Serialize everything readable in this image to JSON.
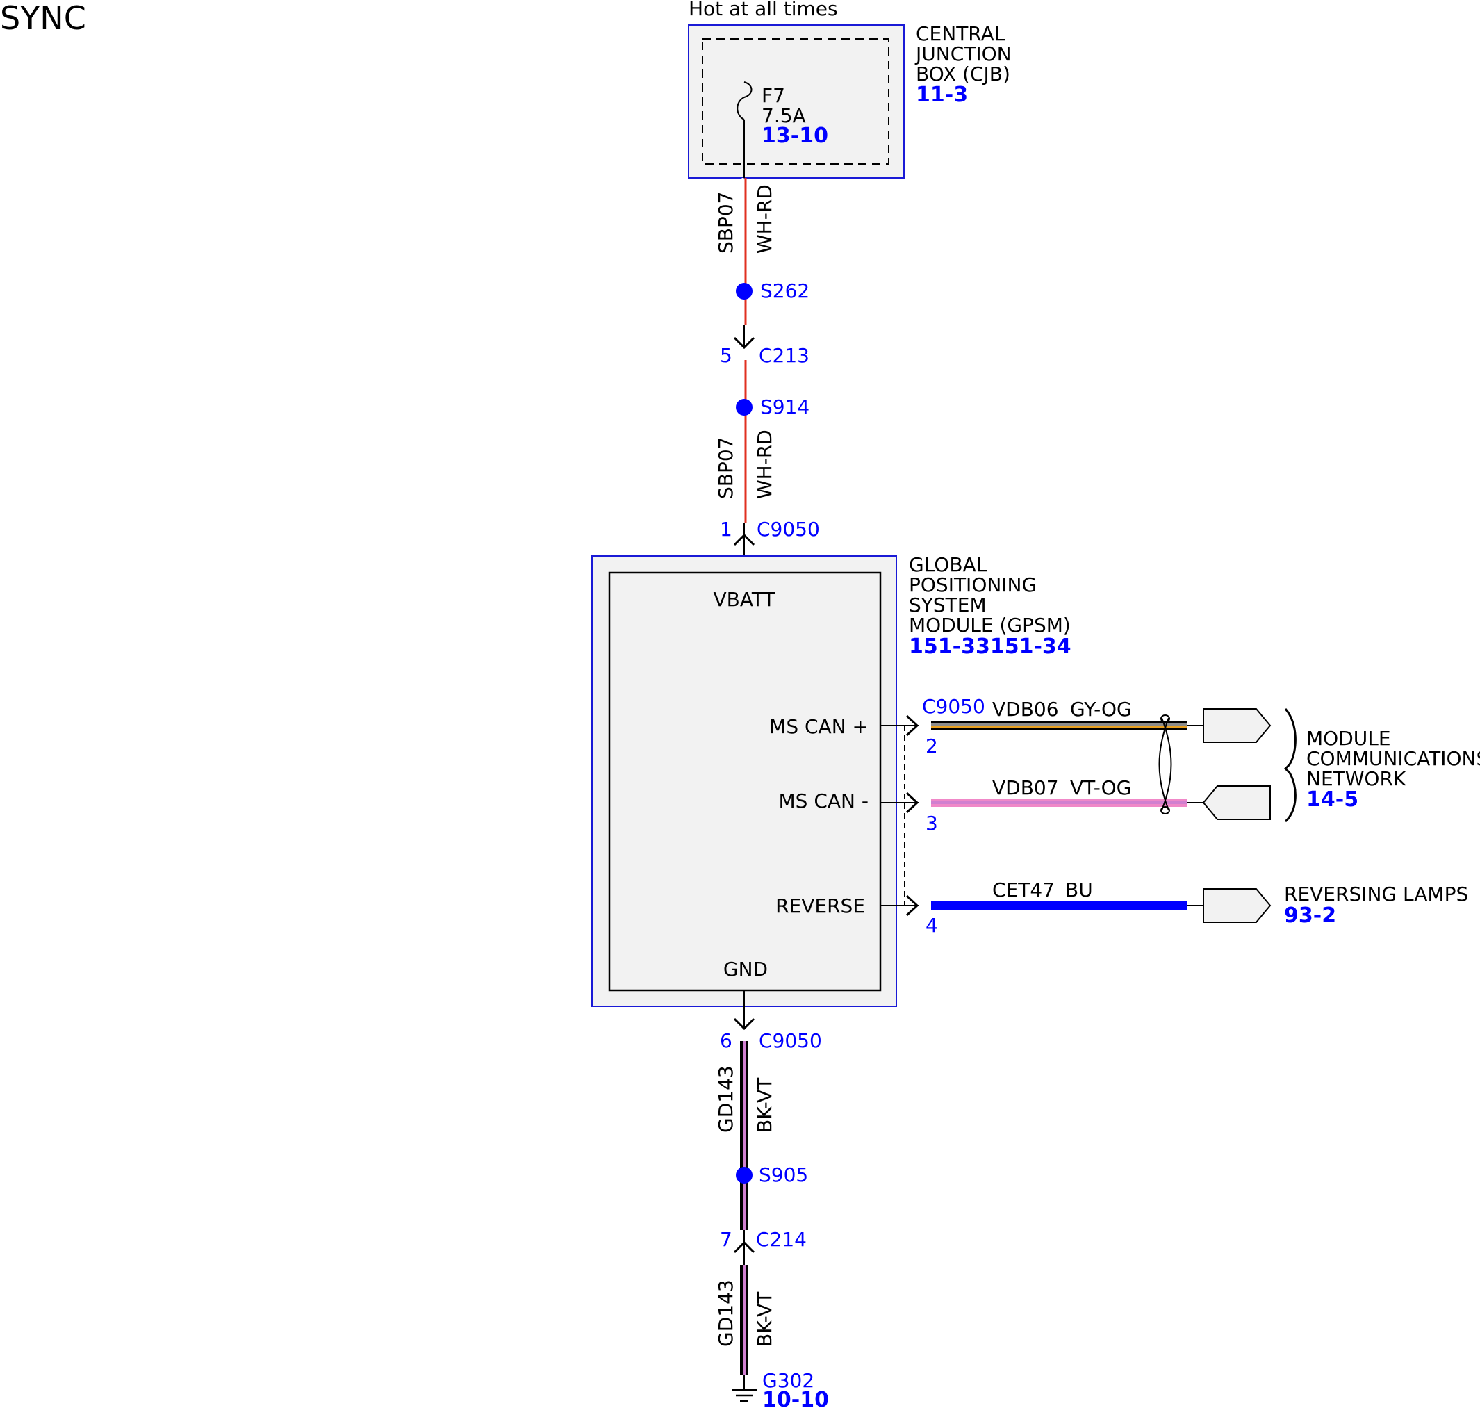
{
  "page": {
    "title": "SYNC"
  },
  "power_source": {
    "label": "Hot at all times"
  },
  "cjb": {
    "name_lines": [
      "CENTRAL",
      "JUNCTION",
      "BOX (CJB)"
    ],
    "ref": "11-3",
    "fuse": {
      "id": "F7",
      "rating": "7.5A",
      "ref": "13-10"
    }
  },
  "wires": {
    "sbp07_top": {
      "circuit": "SBP07",
      "color": "WH-RD"
    },
    "sbp07_mid": {
      "circuit": "SBP07",
      "color": "WH-RD"
    },
    "gd143_top": {
      "circuit": "GD143",
      "color": "BK-VT"
    },
    "gd143_bottom": {
      "circuit": "GD143",
      "color": "BK-VT"
    },
    "vdb06": {
      "circuit": "VDB06",
      "color": "GY-OG"
    },
    "vdb07": {
      "circuit": "VDB07",
      "color": "VT-OG"
    },
    "cet47": {
      "circuit": "CET47",
      "color": "BU"
    }
  },
  "splices": {
    "s262": "S262",
    "s914": "S914",
    "s905": "S905"
  },
  "connectors": {
    "c213": {
      "id": "C213",
      "pin": "5"
    },
    "c9050_vbatt": {
      "id": "C9050",
      "pin": "1"
    },
    "c9050_right": {
      "id": "C9050",
      "pins": [
        "2",
        "3",
        "4"
      ]
    },
    "c9050_gnd": {
      "id": "C9050",
      "pin": "6"
    },
    "c214": {
      "id": "C214",
      "pin": "7"
    }
  },
  "gpsm": {
    "name_lines": [
      "GLOBAL",
      "POSITIONING",
      "SYSTEM",
      "MODULE (GPSM)"
    ],
    "ref": "151-33151-34",
    "pins": {
      "vbatt": "VBATT",
      "ms_can_plus": "MS CAN +",
      "ms_can_minus": "MS CAN -",
      "reverse": "REVERSE",
      "gnd": "GND"
    }
  },
  "destinations": {
    "network": {
      "name_lines": [
        "MODULE",
        "COMMUNICATIONS",
        "NETWORK"
      ],
      "ref": "14-5"
    },
    "reversing": {
      "name": "REVERSING LAMPS",
      "ref": "93-2"
    }
  },
  "ground": {
    "id": "G302",
    "ref": "10-10"
  },
  "colors": {
    "frame_blue": "#1a1ad6",
    "label_blue": "#0000ff",
    "splice_blue": "#0000ff",
    "box_fill": "#f2f2f2",
    "wire_white": "#ffffff",
    "wire_red": "#e03020",
    "wire_black": "#000000",
    "wire_violet": "#d080d0",
    "wire_gray": "#8c8c8c",
    "wire_orange": "#e8a020",
    "wire_pink": "#f088c8",
    "wire_bu": "#0000ff"
  }
}
